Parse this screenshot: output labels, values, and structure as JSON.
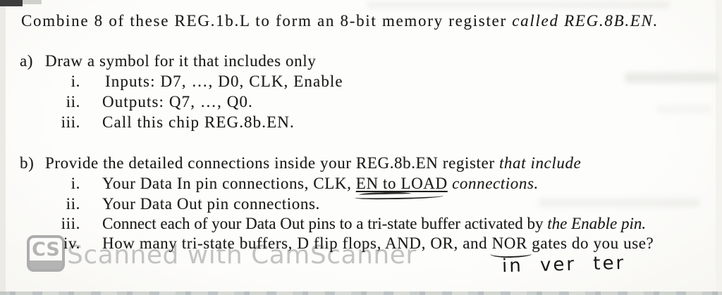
{
  "document": {
    "intro": {
      "text": "Combine 8 of these REG.1b.L to form an 8-bit memory register ",
      "emphasis": "called REG.8B.EN."
    },
    "part_a": {
      "label": "a)",
      "heading": "Draw a symbol for it that includes only",
      "items": [
        {
          "num": "i.",
          "text": "Inputs: D7, …, D0, CLK, Enable"
        },
        {
          "num": "ii.",
          "text": "Outputs: Q7, …, Q0."
        },
        {
          "num": "iii.",
          "text": "Call this chip REG.8b.EN."
        }
      ]
    },
    "part_b": {
      "label": "b)",
      "heading": "Provide the detailed connections inside your REG.8b.EN register ",
      "heading_emphasis": "that include",
      "items": [
        {
          "num": "i.",
          "pre": "Your Data In pin connections, CLK, ",
          "underlined": "EN to LOAD",
          "post_italic": " connections."
        },
        {
          "num": "ii.",
          "text": "Your Data Out pin connections."
        },
        {
          "num": "iii.",
          "pre": "Connect each of your Data Out pins to a tri-state buffer activated by ",
          "italic": "the Enable pin."
        },
        {
          "num": "iv.",
          "pre": "How many tri-state buffers, D flip flops, AND, OR, and ",
          "hand_underlined": "NOR",
          "post": " gates do you use?"
        }
      ]
    }
  },
  "watermark": {
    "logo": "CS",
    "text": "Scanned with CamScanner"
  },
  "annotation": {
    "handwriting": "in ver ter"
  },
  "colors": {
    "ink": "#1c1c1c",
    "paper": "#fcfcf9",
    "watermark_gray": "#c3c3c3"
  }
}
